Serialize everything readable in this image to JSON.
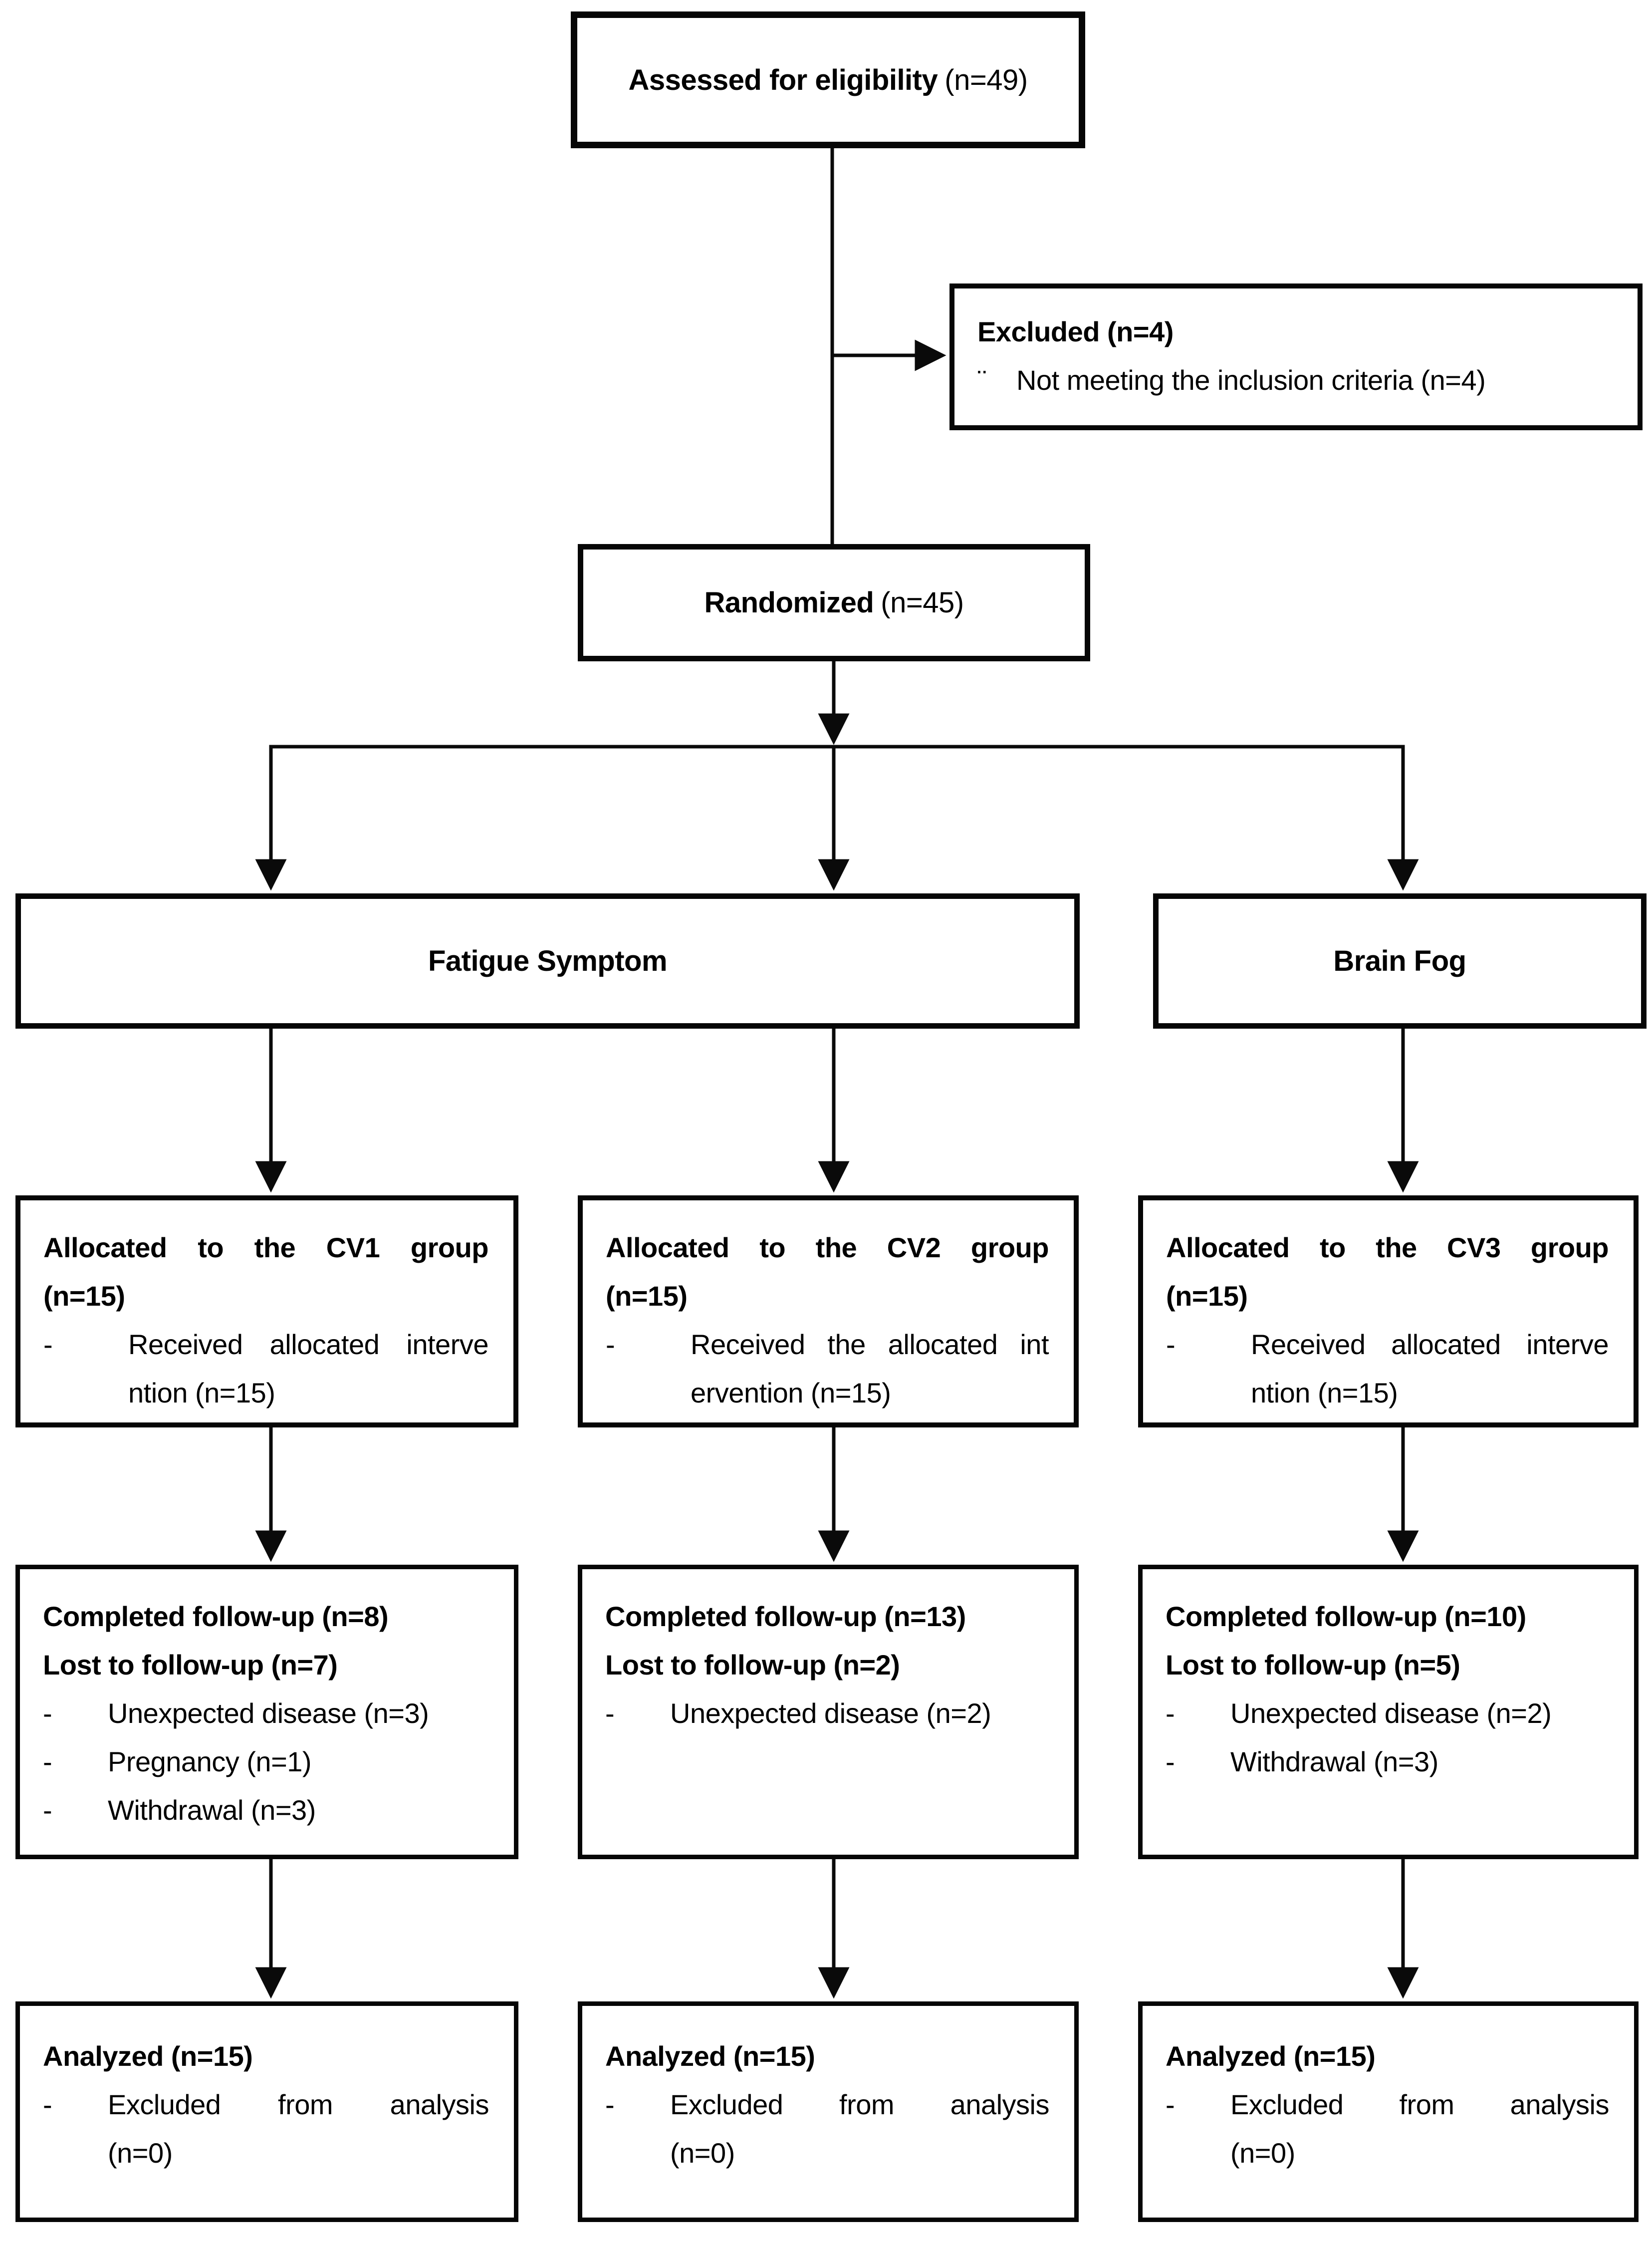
{
  "flowchart": {
    "colors": {
      "background": "#ffffff",
      "border": "#000000",
      "text": "#000000",
      "arrow": "#0a0a0a"
    },
    "boxes": {
      "assessed": {
        "bold": "Assessed for eligibility",
        "normal": "(n=49)"
      },
      "excluded": {
        "bullet_char": "¨",
        "heading": [
          [
            "Excluded (n=4)"
          ]
        ],
        "bullets": [
          [
            "Not meeting the inclusion criteria (n=4)"
          ]
        ]
      },
      "randomized": {
        "bold": "Randomized",
        "normal": "(n=45)"
      },
      "fatigue_symptom": {
        "bold": "Fatigue Symptom",
        "normal": ""
      },
      "brain_fog": {
        "bold": "Brain Fog",
        "normal": ""
      },
      "alloc_cv1": {
        "bullet_char": "-",
        "heading": [
          [
            "Allocated to the CV1 group",
            "(n=15)"
          ]
        ],
        "bullets": [
          [
            "Received allocated interve",
            "ntion (n=15)"
          ]
        ]
      },
      "alloc_cv2": {
        "bullet_char": "-",
        "heading": [
          [
            "Allocated to the CV2 group",
            "(n=15)"
          ]
        ],
        "bullets": [
          [
            "Received the allocated int",
            "ervention (n=15)"
          ]
        ]
      },
      "alloc_cv3": {
        "bullet_char": "-",
        "heading": [
          [
            "Allocated to the CV3 group",
            "(n=15)"
          ]
        ],
        "bullets": [
          [
            "Received allocated interve",
            "ntion (n=15)"
          ]
        ]
      },
      "followup_cv1": {
        "bullet_char": "-",
        "heading": [
          [
            "Completed follow-up (n=8)"
          ],
          [
            "Lost to follow-up (n=7)"
          ]
        ],
        "bullets": [
          [
            "Unexpected disease (n=3)"
          ],
          [
            "Pregnancy (n=1)"
          ],
          [
            "Withdrawal (n=3)"
          ]
        ]
      },
      "followup_cv2": {
        "bullet_char": "-",
        "heading": [
          [
            "Completed follow-up (n=13)"
          ],
          [
            "Lost to follow-up (n=2)"
          ]
        ],
        "bullets": [
          [
            "Unexpected disease (n=2)"
          ]
        ]
      },
      "followup_cv3": {
        "bullet_char": "-",
        "heading": [
          [
            "Completed follow-up (n=10)"
          ],
          [
            "Lost to follow-up (n=5)"
          ]
        ],
        "bullets": [
          [
            "Unexpected disease (n=2)"
          ],
          [
            "Withdrawal (n=3)"
          ]
        ]
      },
      "analyzed_cv1": {
        "bullet_char": "-",
        "heading": [
          [
            "Analyzed (n=15)"
          ]
        ],
        "bullets": [
          [
            "Excluded from analysis",
            "(n=0)"
          ]
        ]
      },
      "analyzed_cv2": {
        "bullet_char": "-",
        "heading": [
          [
            "Analyzed (n=15)"
          ]
        ],
        "bullets": [
          [
            "Excluded from analysis",
            "(n=0)"
          ]
        ]
      },
      "analyzed_cv3": {
        "bullet_char": "-",
        "heading": [
          [
            "Analyzed (n=15)"
          ]
        ],
        "bullets": [
          [
            "Excluded from analysis",
            "(n=0)"
          ]
        ]
      }
    }
  }
}
